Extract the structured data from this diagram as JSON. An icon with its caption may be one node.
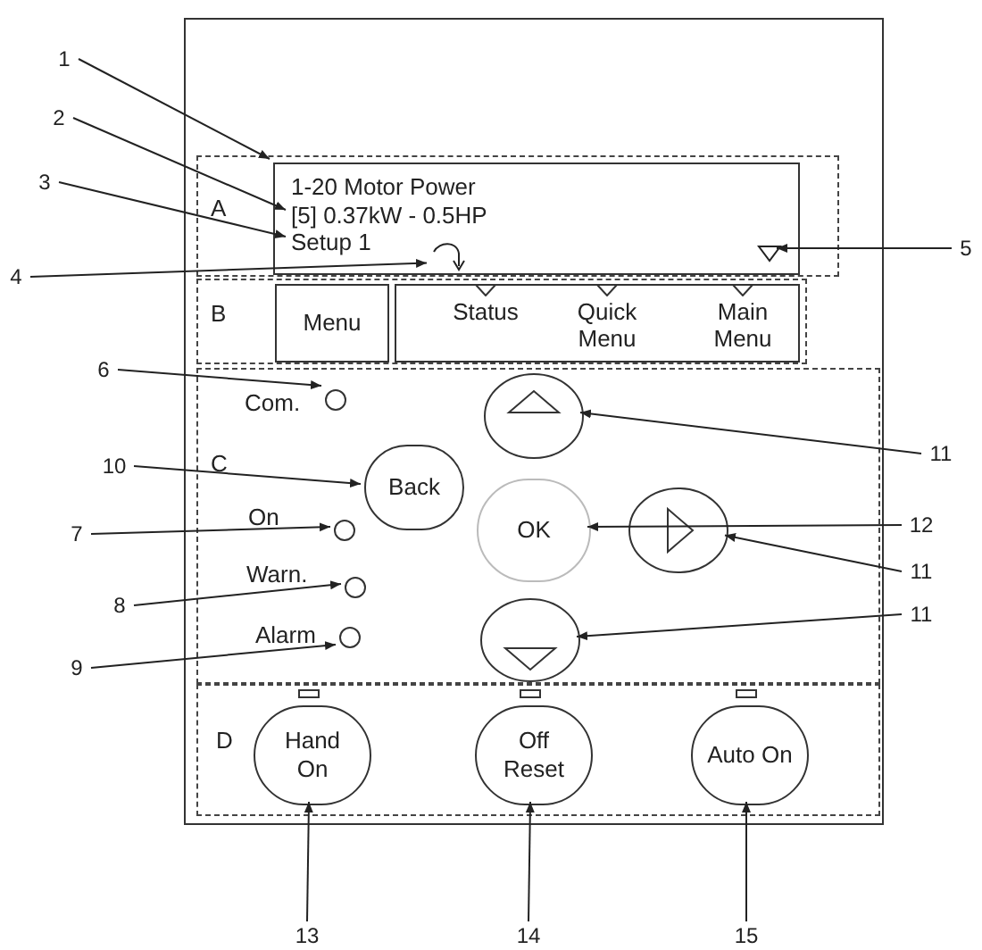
{
  "diagram": {
    "nodes": [
      {
        "text": [],
        "shape": "box"
      },
      {
        "text": [
          "A"
        ],
        "in": 0
      },
      {
        "text": [],
        "shape": "box",
        "in": 1
      },
      {
        "text": [
          "1-20 Motor Power"
        ],
        "in": 2
      },
      {
        "text": [
          "[5] 0.37kW - 0.5HP"
        ],
        "in": 2
      },
      {
        "text": [
          "Setup 1"
        ],
        "in": 2
      },
      {
        "text": [],
        "shape": "picture",
        "in": 2
      },
      {
        "text": [],
        "shape": "triangle",
        "in": 2
      },
      {
        "text": [
          "B"
        ],
        "in": 0
      },
      {
        "text": [
          "Menu"
        ],
        "in": 8
      },
      {
        "text": [
          "Status",
          "Quick Menu",
          "Main Menu"
        ],
        "in": 8
      },
      {
        "text": [
          "C"
        ],
        "in": 0
      },
      {
        "text": [],
        "shape": "circle",
        "in": 11,
        "beside": [
          "Com."
        ]
      },
      {
        "text": [],
        "shape": "circle",
        "in": 11,
        "beside": [
          "On"
        ]
      },
      {
        "text": [],
        "shape": "circle",
        "in": 11,
        "beside": [
          "Warn."
        ]
      },
      {
        "text": [],
        "shape": "circle",
        "in": 11,
        "beside": [
          "Alarm"
        ]
      },
      {
        "text": [
          "Back"
        ],
        "in": 11
      },
      {
        "text": [],
        "shape": "circle",
        "in": 11
      },
      {
        "text": [
          "OK"
        ],
        "in": 11
      },
      {
        "text": [],
        "shape": "circle",
        "in": 11
      },
      {
        "text": [],
        "shape": "circle",
        "in": 11
      },
      {
        "text": [
          "D"
        ],
        "in": 0
      },
      {
        "text": [
          "Hand On"
        ],
        "in": 21
      },
      {
        "text": [
          "Off Reset"
        ],
        "in": 21
      },
      {
        "text": [
          "Auto On"
        ],
        "in": 21
      },
      {
        "text": [
          "1"
        ]
      },
      {
        "text": [
          "2"
        ]
      },
      {
        "text": [
          "3"
        ]
      },
      {
        "text": [
          "4"
        ]
      },
      {
        "text": [
          "5"
        ]
      },
      {
        "text": [
          "6"
        ]
      },
      {
        "text": [
          "10"
        ]
      },
      {
        "text": [
          "7"
        ]
      },
      {
        "text": [
          "8"
        ]
      },
      {
        "text": [
          "9"
        ]
      },
      {
        "text": [
          "11"
        ]
      },
      {
        "text": [
          "12"
        ]
      },
      {
        "text": [
          "11"
        ]
      },
      {
        "text": [
          "11"
        ]
      },
      {
        "text": [
          "13"
        ]
      },
      {
        "text": [
          "14"
        ]
      },
      {
        "text": [
          "15"
        ]
      }
    ],
    "edges": [
      {
        "from": 25,
        "to": 2,
        "arrow": "to"
      },
      {
        "from": 26,
        "to": 4,
        "arrow": "to"
      },
      {
        "from": 27,
        "to": 5,
        "arrow": "to"
      },
      {
        "from": 28,
        "to": 6,
        "arrow": "to"
      },
      {
        "from": 29,
        "to": 7,
        "arrow": "to"
      },
      {
        "from": 30,
        "to": 12,
        "arrow": "to"
      },
      {
        "from": 31,
        "to": 16,
        "arrow": "to"
      },
      {
        "from": 32,
        "to": 13,
        "arrow": "to"
      },
      {
        "from": 33,
        "to": 14,
        "arrow": "to"
      },
      {
        "from": 34,
        "to": 15,
        "arrow": "to"
      },
      {
        "from": 35,
        "to": 17,
        "arrow": "to"
      },
      {
        "from": 36,
        "to": 18,
        "arrow": "to"
      },
      {
        "from": 37,
        "to": 19,
        "arrow": "to"
      },
      {
        "from": 38,
        "to": 20,
        "arrow": "to"
      },
      {
        "from": 39,
        "to": 22,
        "arrow": "to"
      },
      {
        "from": 40,
        "to": 23,
        "arrow": "to"
      },
      {
        "from": 41,
        "to": 24,
        "arrow": "to"
      }
    ]
  }
}
